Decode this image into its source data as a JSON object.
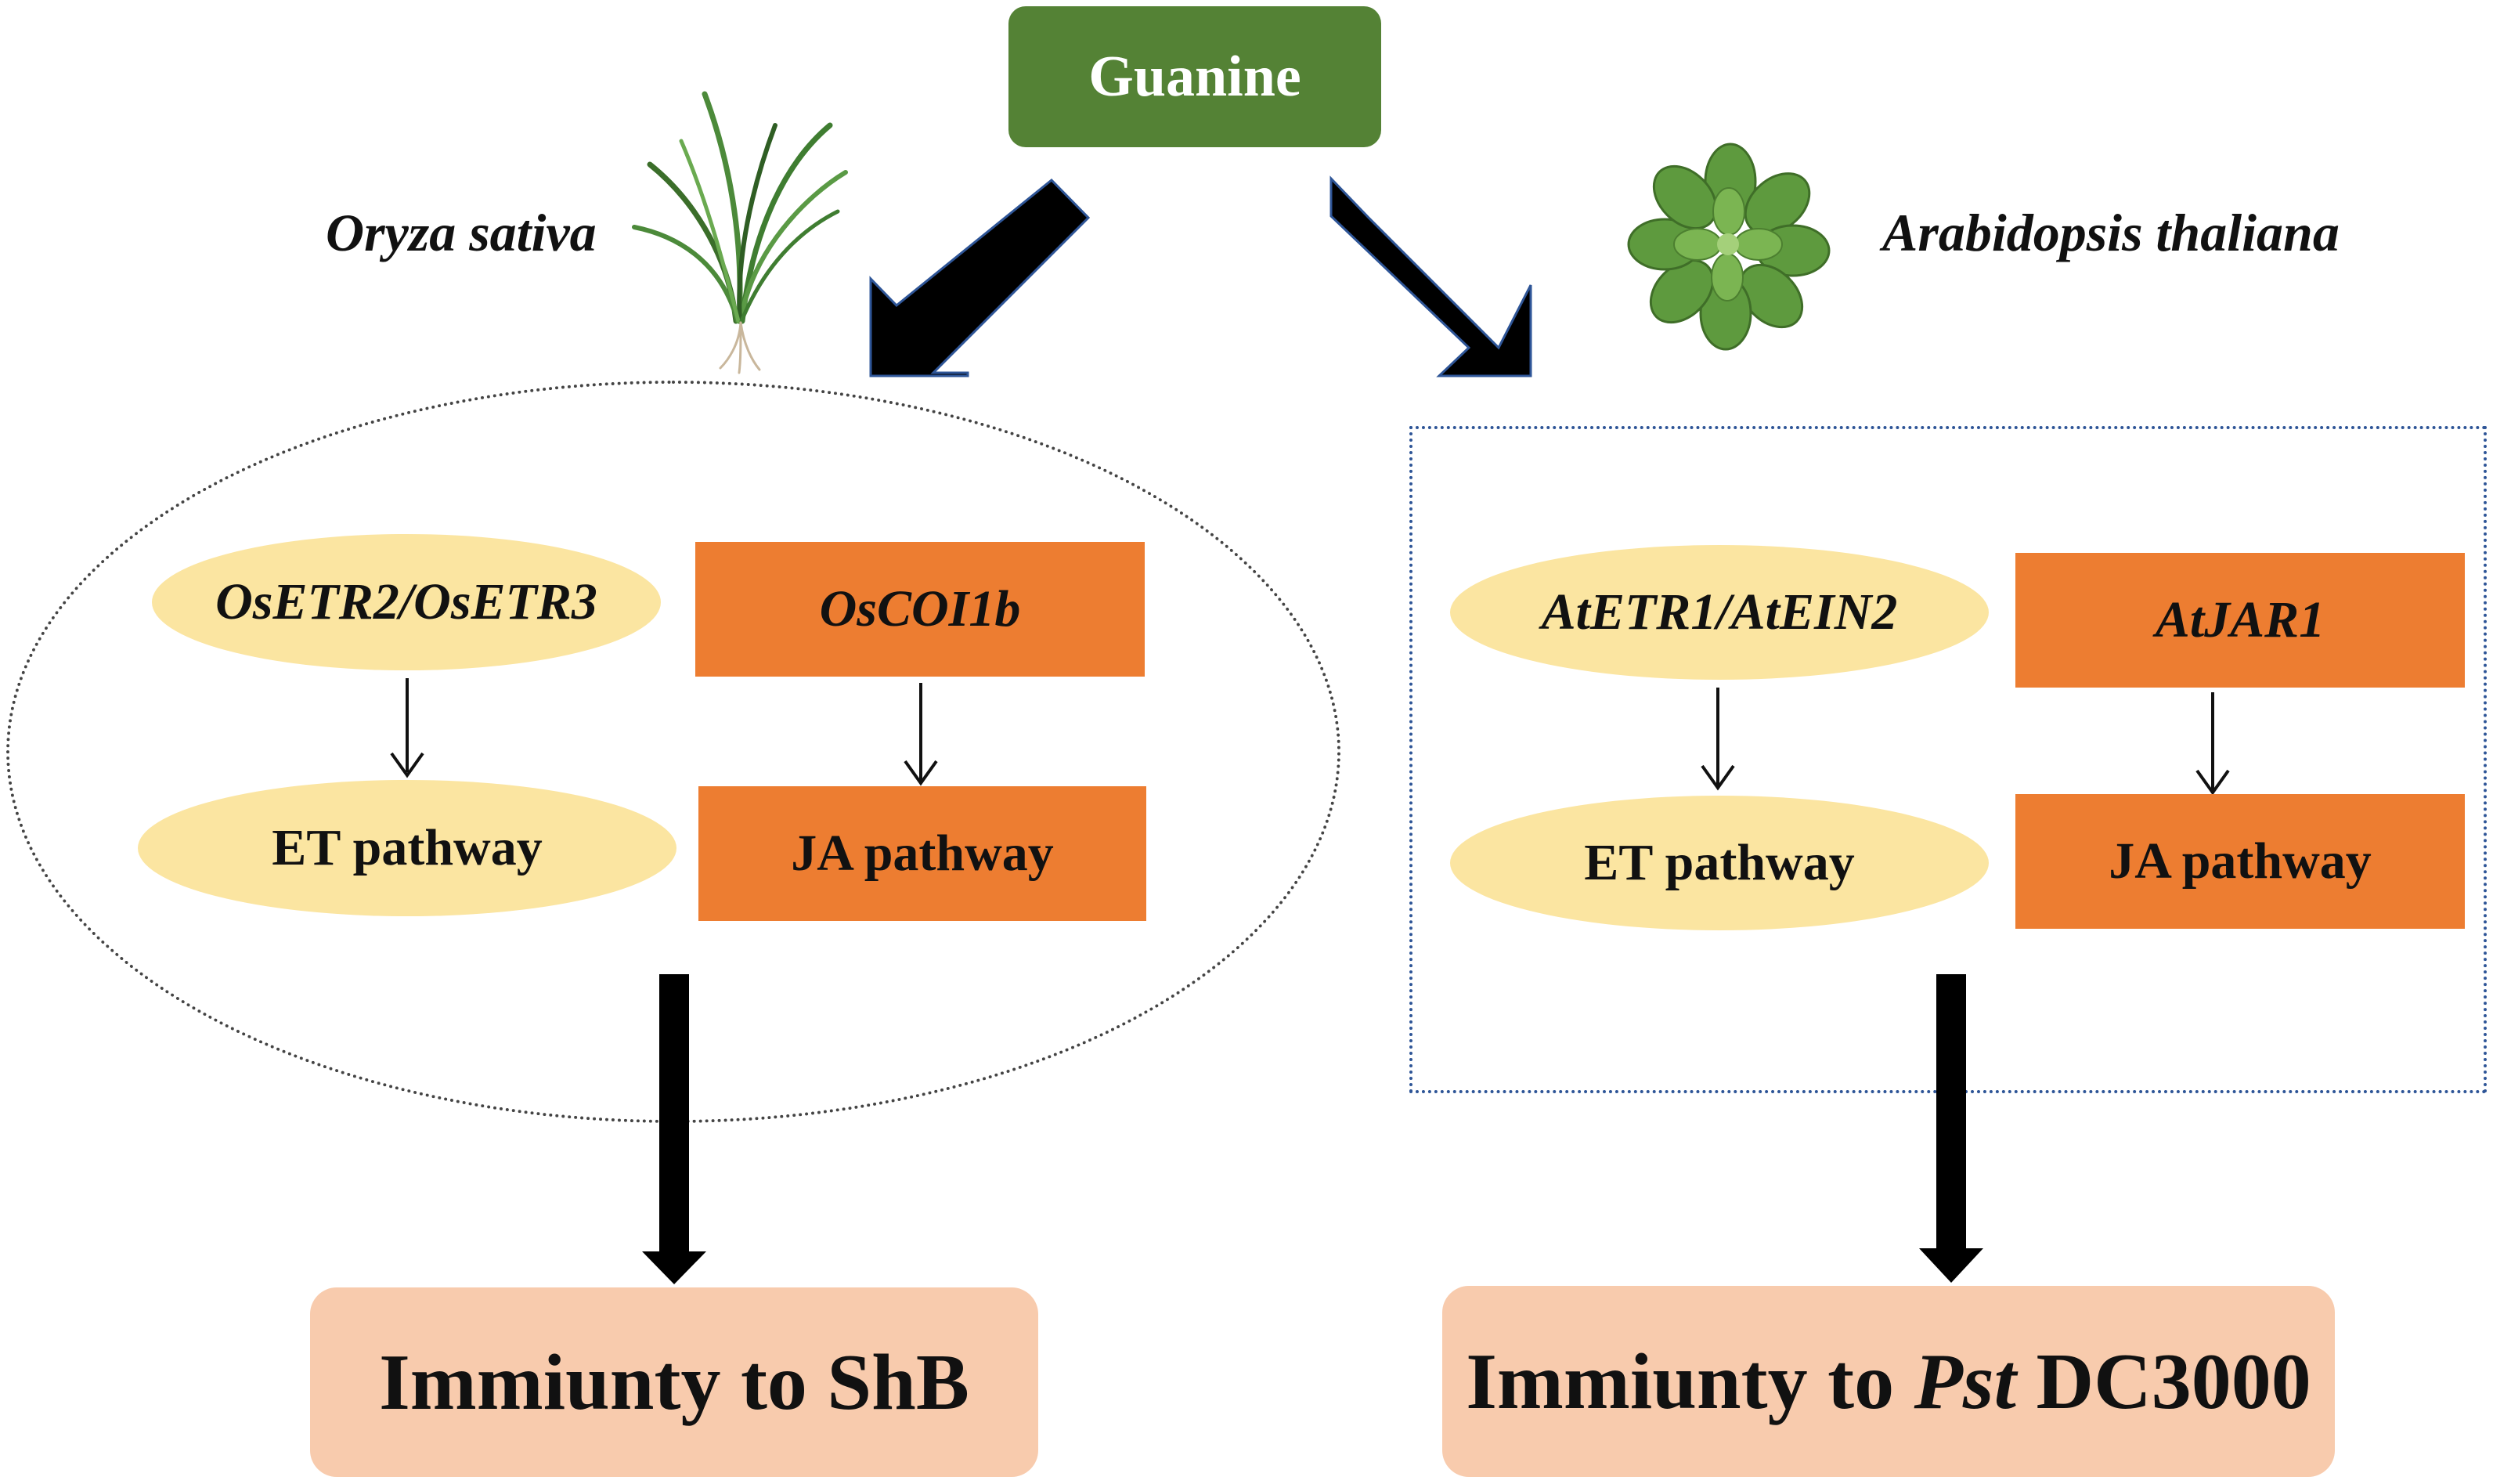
{
  "source": {
    "label": "Guanine",
    "color": "#548235"
  },
  "rice": {
    "species": "Oryza sativa",
    "receptor": "OsETR2/OsETR3",
    "jasmonate_gene": "OsCOI1b",
    "et_pathway": "ET pathway",
    "ja_pathway": "JA pathway",
    "outcome": "Immiunty to ShB",
    "icon": "rice-plant-icon"
  },
  "arabidopsis": {
    "species": "Arabidopsis thaliana",
    "receptor": "AtETR1/AtEIN2",
    "jasmonate_gene": "AtJAR1",
    "et_pathway": "ET pathway",
    "ja_pathway": "JA pathway",
    "outcome_prefix": "Immiunty to",
    "outcome_pathogen": "Pst",
    "outcome_strain": "DC3000",
    "icon": "arabidopsis-rosette-icon"
  },
  "colors": {
    "ellipse_fill": "#fbe5a1",
    "orange_fill": "#ed7d31",
    "outcome_fill": "#f8cbad",
    "arrow": "#000000"
  }
}
